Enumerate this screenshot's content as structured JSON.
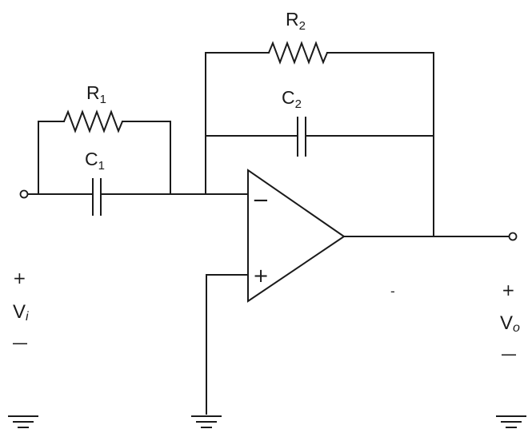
{
  "components": {
    "r1": {
      "name": "R",
      "sub": "1"
    },
    "r2": {
      "name": "R",
      "sub": "2"
    },
    "c1": {
      "name": "C",
      "sub": "1"
    },
    "c2": {
      "name": "C",
      "sub": "2"
    }
  },
  "opamp": {
    "inverting_sign": "−",
    "noninverting_sign": "+"
  },
  "input": {
    "plus": "+",
    "name": "V",
    "sub": "i",
    "minus": "—"
  },
  "output": {
    "plus": "+",
    "name": "V",
    "sub": "o",
    "minus": "—"
  },
  "stray_mark": "-"
}
